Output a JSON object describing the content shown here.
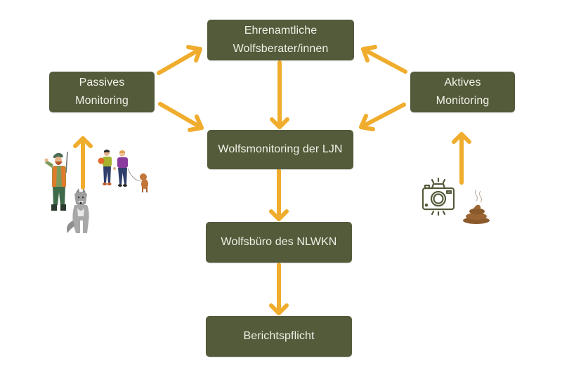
{
  "colors": {
    "box_fill": "#535b3a",
    "box_text": "#f1f1e8",
    "arrow": "#f0ac2c",
    "background": "#ffffff"
  },
  "nodes": {
    "volunteers": {
      "line1": "Ehrenamtliche",
      "line2": "Wolfsberater/innen"
    },
    "passive": {
      "line1": "Passives",
      "line2": "Monitoring"
    },
    "active": {
      "line1": "Aktives",
      "line2": "Monitoring"
    },
    "ljn": {
      "label": "Wolfsmonitoring der LJN"
    },
    "nlwkn": {
      "label": "Wolfsbüro des NLWKN"
    },
    "report": {
      "label": "Berichtspflicht"
    }
  },
  "edges": [
    {
      "from": "passive",
      "to": "volunteers"
    },
    {
      "from": "passive",
      "to": "ljn"
    },
    {
      "from": "active",
      "to": "volunteers"
    },
    {
      "from": "active",
      "to": "ljn"
    },
    {
      "from": "volunteers",
      "to": "ljn"
    },
    {
      "from": "ljn",
      "to": "nlwkn"
    },
    {
      "from": "nlwkn",
      "to": "report"
    },
    {
      "from": "passive-illustrations",
      "to": "passive"
    },
    {
      "from": "active-illustrations",
      "to": "active"
    }
  ],
  "illustrations": {
    "passive": [
      "hunter-icon",
      "wolf-icon",
      "walkers-with-dog-icon"
    ],
    "active": [
      "camera-icon",
      "scat-icon"
    ]
  }
}
